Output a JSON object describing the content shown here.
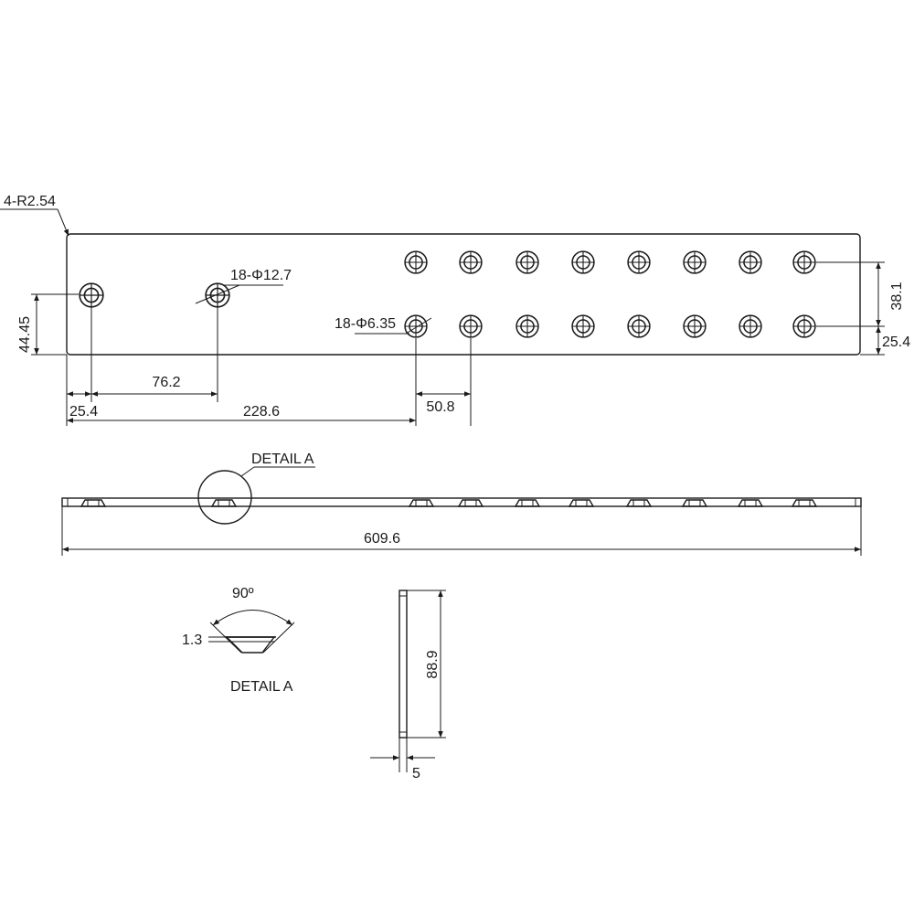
{
  "annotations": {
    "corner_radius": "4-R2.54",
    "big_hole": "18-Φ12.7",
    "small_hole": "18-Φ6.35",
    "detail_callout": "DETAIL A",
    "detail_label": "DETAIL A",
    "angle": "90º",
    "depth": "1.3"
  },
  "dimensions": {
    "height_total": "44.45",
    "pitch_first_pair": "76.2",
    "offset_left": "25.4",
    "offset_small_row": "228.6",
    "pitch_small": "50.8",
    "row_spacing": "38.1",
    "row_bottom": "25.4",
    "length": "609.6",
    "width": "88.9",
    "thickness": "5"
  },
  "colors": {
    "line": "#1a1a1a",
    "background": "#ffffff"
  }
}
